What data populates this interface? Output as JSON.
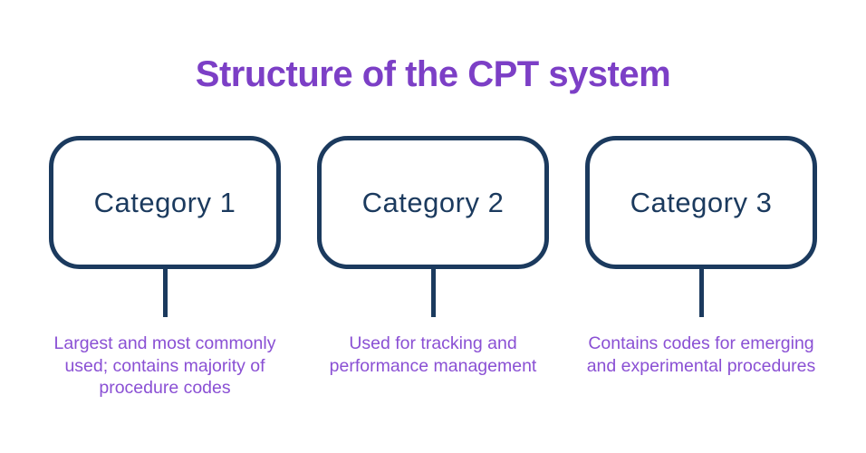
{
  "title": "Structure of the CPT system",
  "colors": {
    "navy": "#1b3a5e",
    "title_purple": "#7c3fc6",
    "text_purple": "#8a50d4",
    "background": "#ffffff"
  },
  "categories": [
    {
      "label": "Category 1",
      "description": "Largest and most commonly\nused; contains majority of\nprocedure codes"
    },
    {
      "label": "Category 2",
      "description": "Used for tracking and\nperformance management"
    },
    {
      "label": "Category 3",
      "description": "Contains codes for emerging\nand experimental procedures"
    }
  ]
}
